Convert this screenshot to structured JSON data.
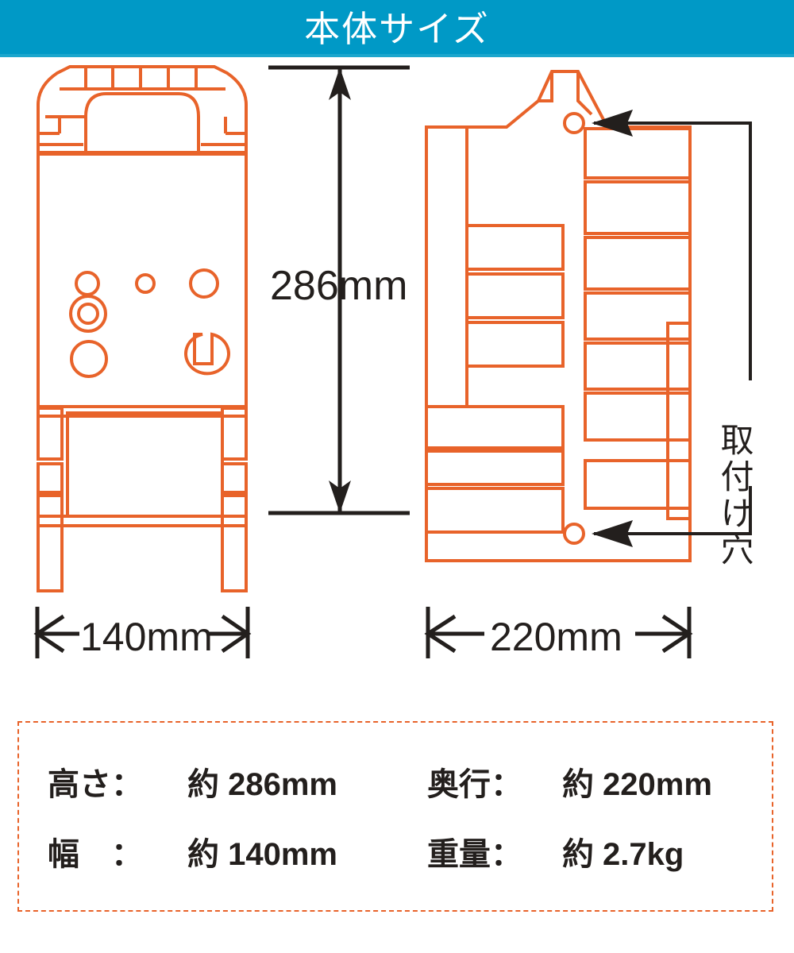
{
  "header": {
    "title": "本体サイズ",
    "bg_color": "#0099c6",
    "text_color": "#ffffff"
  },
  "colors": {
    "outline_orange": "#e8632a",
    "dimension_black": "#231f1d",
    "banner_blue": "#0099c6",
    "dashed_border": "#e8632a"
  },
  "diagram": {
    "front_view": {
      "name": "front-view",
      "height_dimension": "286mm",
      "width_dimension": "140mm"
    },
    "side_view": {
      "name": "side-view",
      "depth_dimension": "220mm",
      "callout_label": "取付け穴",
      "callout_count": 2
    }
  },
  "dimensions": {
    "height_label": "286mm",
    "width_label": "140mm",
    "depth_label": "220mm",
    "mounting_hole_label": "取付け穴"
  },
  "spec_box": {
    "rows": [
      {
        "left": {
          "label": "高さ",
          "colon": "：",
          "value": "約 286mm"
        },
        "right": {
          "label": "奥行",
          "colon": "：",
          "value": "約 220mm"
        }
      },
      {
        "left": {
          "label": "幅　",
          "colon": "：",
          "value": "約 140mm"
        },
        "right": {
          "label": "重量",
          "colon": "：",
          "value": "約 2.7kg"
        }
      }
    ]
  },
  "chart_data": {
    "type": "table",
    "title": "本体サイズ",
    "categories": [
      "高さ",
      "幅",
      "奥行",
      "重量"
    ],
    "values": [
      "約 286mm",
      "約 140mm",
      "約 220mm",
      "約 2.7kg"
    ],
    "units": [
      "mm",
      "mm",
      "mm",
      "kg"
    ],
    "numeric_values": [
      286,
      140,
      220,
      2.7
    ]
  }
}
